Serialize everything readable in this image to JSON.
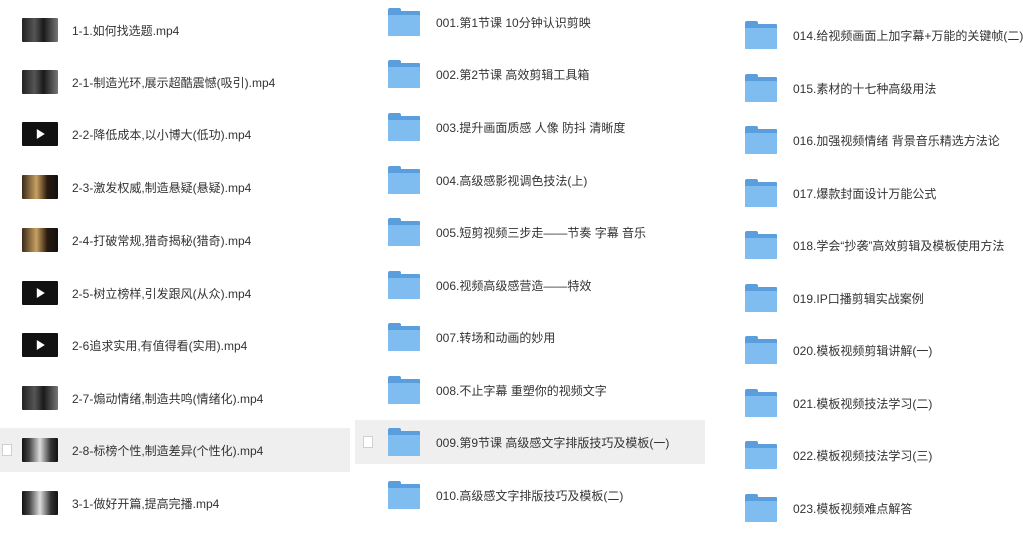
{
  "videos": [
    {
      "label": "1-1.如何找选题.mp4",
      "thumb": "scene"
    },
    {
      "label": "2-1-制造光环,展示超酷震憾(吸引).mp4",
      "thumb": "scene"
    },
    {
      "label": "2-2-降低成本,以小博大(低功).mp4",
      "thumb": "play"
    },
    {
      "label": "2-3-激发权威,制造悬疑(悬疑).mp4",
      "thumb": "scene2"
    },
    {
      "label": "2-4-打破常规,猎奇揭秘(猎奇).mp4",
      "thumb": "scene2"
    },
    {
      "label": "2-5-树立榜样,引发跟风(从众).mp4",
      "thumb": "play"
    },
    {
      "label": "2-6追求实用,有值得看(实用).mp4",
      "thumb": "play"
    },
    {
      "label": "2-7-煽动情绪,制造共鸣(情绪化).mp4",
      "thumb": "scene"
    },
    {
      "label": "2-8-标榜个性,制造差异(个性化).mp4",
      "thumb": "scene3",
      "selected": true
    },
    {
      "label": "3-1-做好开篇,提高完播.mp4",
      "thumb": "scene3"
    }
  ],
  "folders_mid": [
    {
      "label": "001.第1节课 10分钟认识剪映"
    },
    {
      "label": "002.第2节课 高效剪辑工具箱"
    },
    {
      "label": "003.提升画面质感 人像 防抖 清晰度"
    },
    {
      "label": "004.高级感影视调色技法(上)"
    },
    {
      "label": "005.短剪视频三步走——节奏 字幕 音乐"
    },
    {
      "label": "006.视频高级感营造——特效"
    },
    {
      "label": "007.转场和动画的妙用"
    },
    {
      "label": "008.不止字幕 重塑你的视频文字"
    },
    {
      "label": "009.第9节课 高级感文字排版技巧及模板(一)",
      "selected": true
    },
    {
      "label": "010.高级感文字排版技巧及模板(二)"
    }
  ],
  "folders_right": [
    {
      "label": "014.给视频画面上加字幕+万能的关键帧(二)"
    },
    {
      "label": "015.素材的十七种高级用法"
    },
    {
      "label": "016.加强视频情绪 背景音乐精选方法论"
    },
    {
      "label": "017.爆款封面设计万能公式"
    },
    {
      "label": "018.学会“抄袭”高效剪辑及模板使用方法"
    },
    {
      "label": "019.IP口播剪辑实战案例"
    },
    {
      "label": "020.模板视频剪辑讲解(一)"
    },
    {
      "label": "021.模板视频技法学习(二)"
    },
    {
      "label": "022.模板视频技法学习(三)"
    },
    {
      "label": "023.模板视频难点解答"
    }
  ]
}
